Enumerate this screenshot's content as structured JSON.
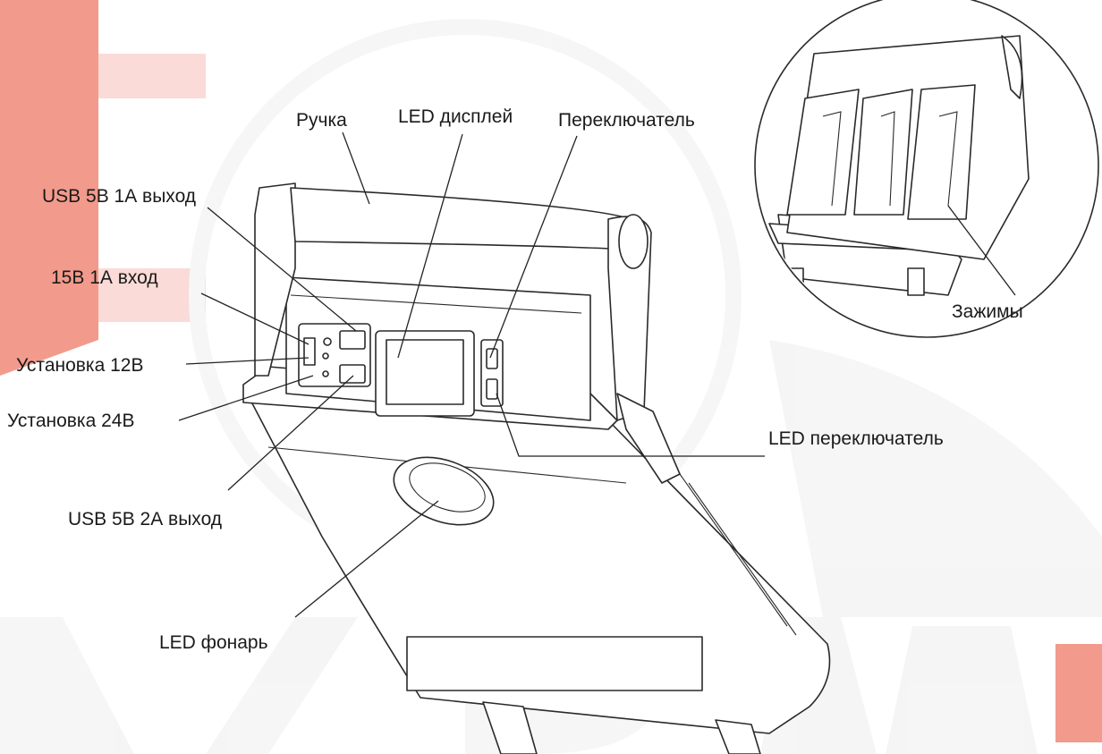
{
  "diagram": {
    "labels": {
      "handle": "Ручка",
      "led_display": "LED дисплей",
      "switch": "Переключатель",
      "usb_5v_1a_out": "USB 5В 1А выход",
      "input_15v_1a": "15В 1А вход",
      "setting_12v": "Установка 12В",
      "setting_24v": "Установка 24В",
      "usb_5v_2a_out": "USB 5В 2А выход",
      "led_switch": "LED переключатель",
      "led_flashlight": "LED фонарь",
      "clamps": "Зажимы"
    },
    "colors": {
      "line": "#2a2a2a",
      "watermark_red": "#e8492f",
      "watermark_gray": "#eeeeee"
    }
  }
}
